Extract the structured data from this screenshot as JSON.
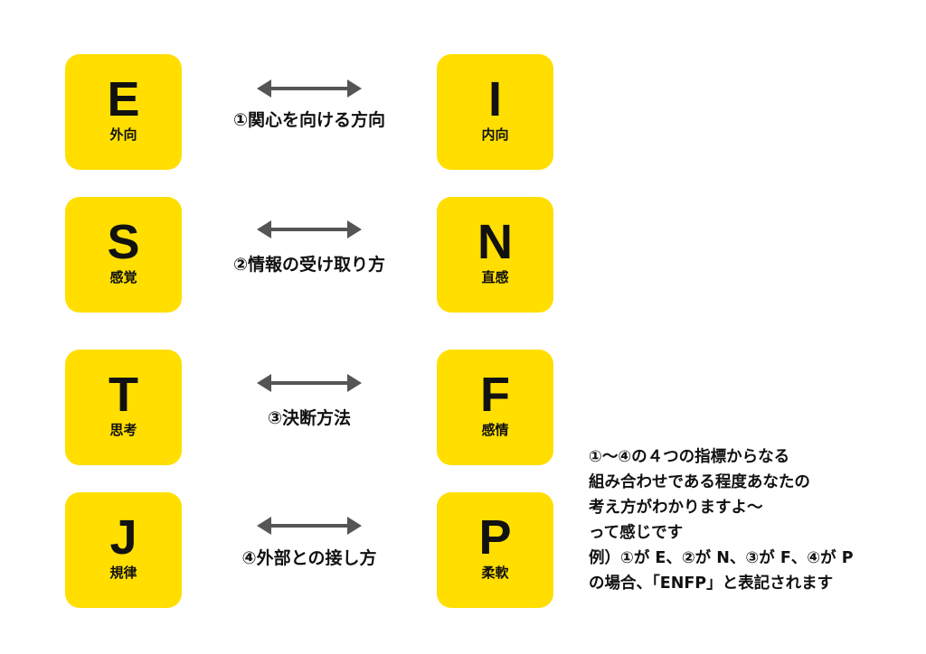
{
  "pairs": [
    {
      "left": {
        "letter": "E",
        "label": "外向"
      },
      "right": {
        "letter": "I",
        "label": "内向"
      },
      "caption": "①関心を向ける方向"
    },
    {
      "left": {
        "letter": "S",
        "label": "感覚"
      },
      "right": {
        "letter": "N",
        "label": "直感"
      },
      "caption": "②情報の受け取り方"
    },
    {
      "left": {
        "letter": "T",
        "label": "思考"
      },
      "right": {
        "letter": "F",
        "label": "感情"
      },
      "caption": "③決断方法"
    },
    {
      "left": {
        "letter": "J",
        "label": "規律"
      },
      "right": {
        "letter": "P",
        "label": "柔軟"
      },
      "caption": "④外部との接し方"
    }
  ],
  "note": {
    "lines": [
      "①〜④の４つの指標からなる",
      "組み合わせである程度あなたの",
      "考え方がわかりますよ〜",
      "って感じです",
      "例）①が E、②が N、③が F、④が P",
      "の場合、「ENFP」と表記されます"
    ]
  },
  "colors": {
    "tile": "#FFDE00",
    "arrow": "#555555",
    "text": "#111111"
  }
}
